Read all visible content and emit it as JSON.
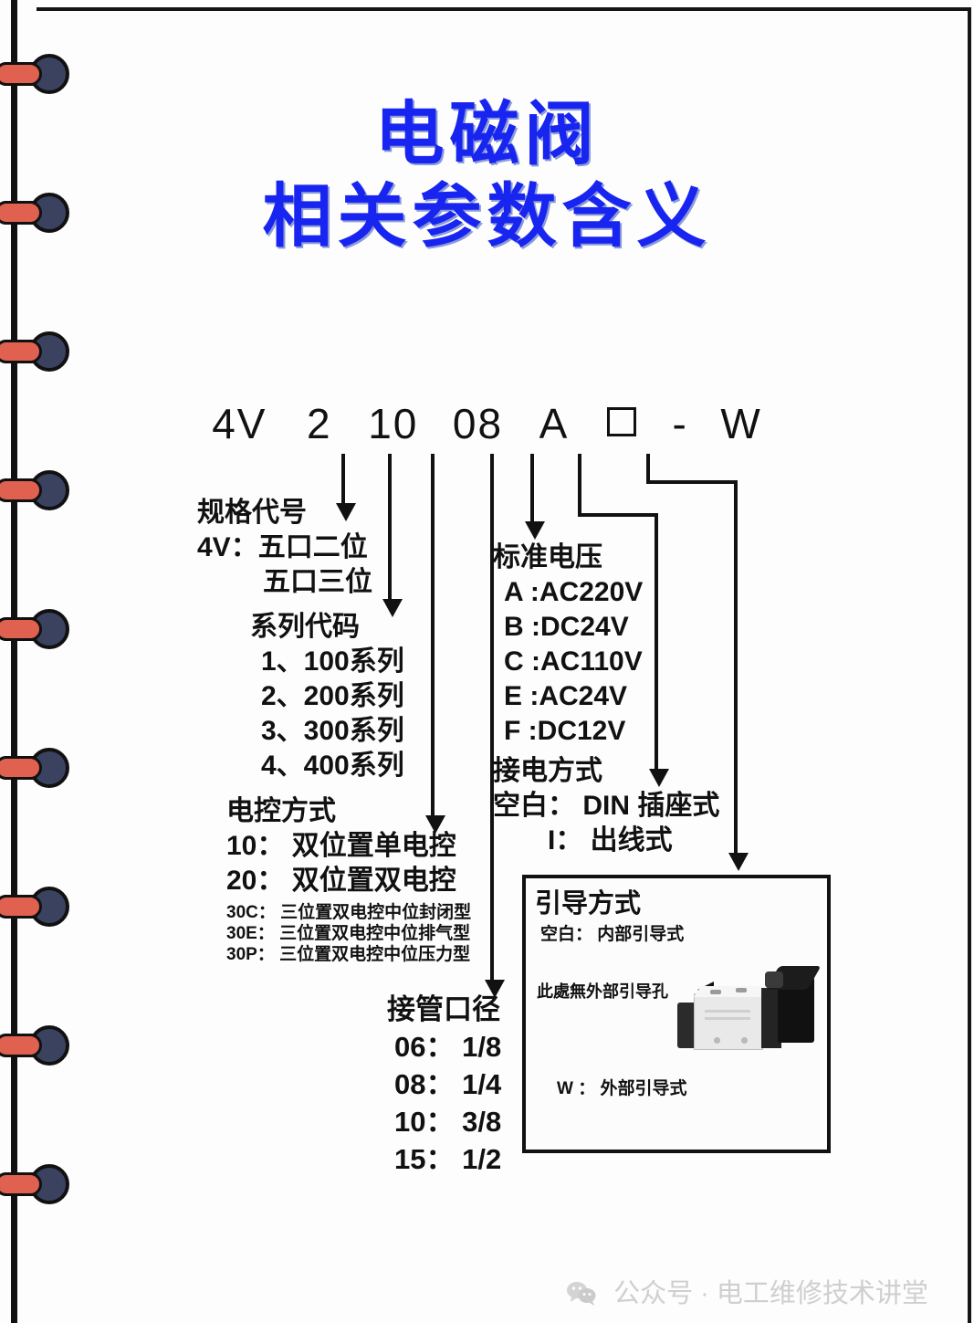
{
  "title": {
    "line1": "电磁阀",
    "line2": "相关参数含义",
    "color": "#1824f0"
  },
  "model_code": {
    "full": "4V 2 10 08 A □ - W",
    "segments": [
      {
        "key": "spec",
        "text": "4V"
      },
      {
        "key": "series",
        "text": "2"
      },
      {
        "key": "control",
        "text": "10"
      },
      {
        "key": "port",
        "text": "08"
      },
      {
        "key": "voltage",
        "text": "A"
      },
      {
        "key": "connection",
        "text": "□"
      },
      {
        "key": "dash",
        "text": "-"
      },
      {
        "key": "pilot",
        "text": "W"
      }
    ]
  },
  "spec": {
    "heading": "规格代号",
    "lines": [
      "4V：五口二位",
      "五口三位"
    ]
  },
  "series": {
    "heading": "系列代码",
    "lines": [
      "1、100系列",
      "2、200系列",
      "3、300系列",
      "4、400系列"
    ]
  },
  "control": {
    "heading": "电控方式",
    "lines": [
      "10： 双位置单电控",
      "20： 双位置双电控"
    ],
    "small_lines": [
      "30C： 三位置双电控中位封闭型",
      "30E： 三位置双电控中位排气型",
      "30P： 三位置双电控中位压力型"
    ]
  },
  "port": {
    "heading": "接管口径",
    "lines": [
      "06： 1/8",
      "08： 1/4",
      "10： 3/8",
      "15： 1/2"
    ]
  },
  "voltage": {
    "heading": "标准电压",
    "lines": [
      "A :AC220V",
      "B :DC24V",
      "C :AC110V",
      "E :AC24V",
      "F :DC12V"
    ]
  },
  "connection": {
    "heading": "接电方式",
    "lines": [
      "空白： DIN 插座式",
      "I： 出线式"
    ]
  },
  "pilot": {
    "heading": "引导方式",
    "blank_line": "空白： 内部引导式",
    "note": "此處無外部引导孔",
    "w_line": "W ： 外部引导式"
  },
  "footer": {
    "icon": "wechat-icon",
    "text": "公众号 · 电工维修技术讲堂"
  },
  "notebook": {
    "ring_color": "#e0614f",
    "ring_end_color": "#3b4260",
    "ring_count": 9
  }
}
